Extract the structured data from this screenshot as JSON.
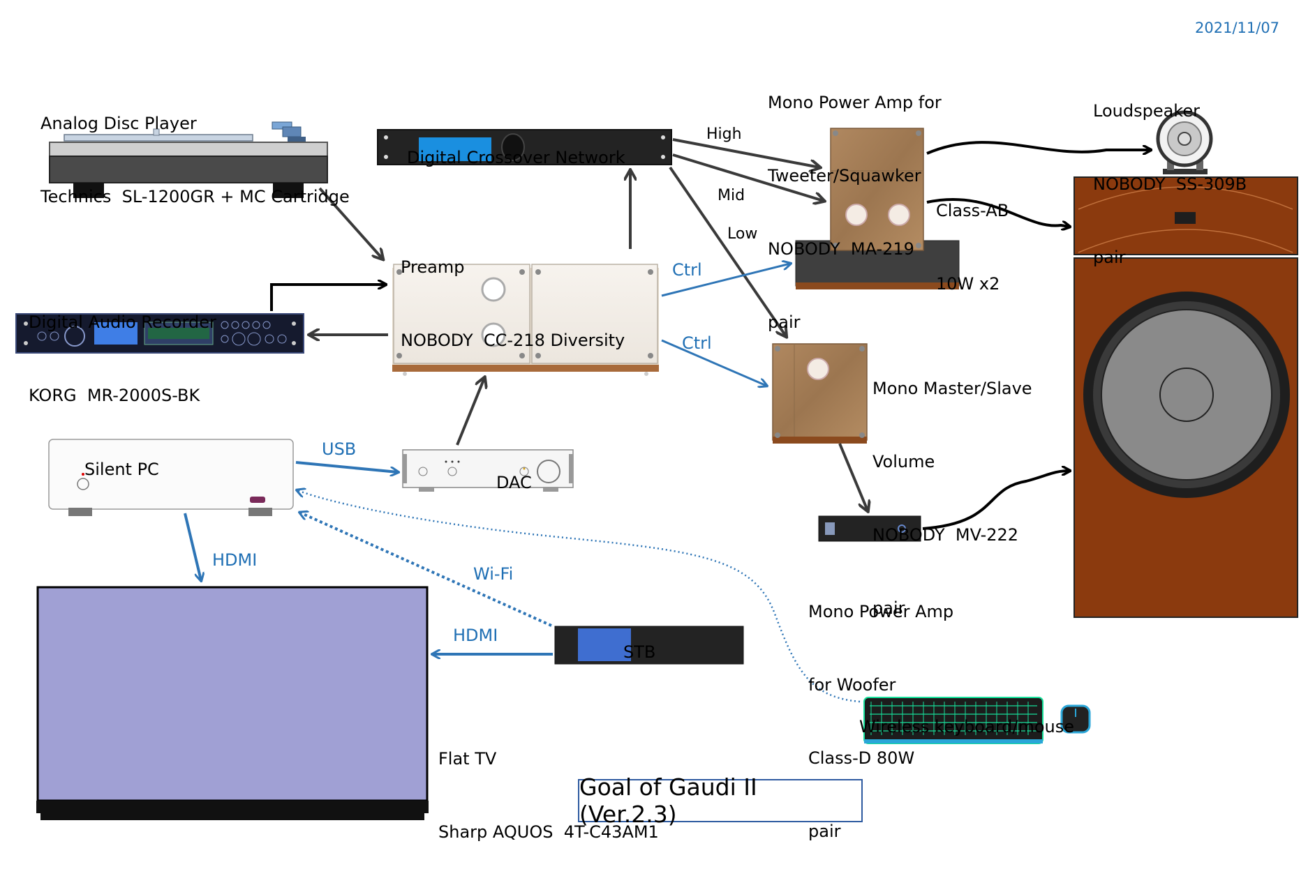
{
  "date": "2021/11/07",
  "title": "Goal of Gaudi II (Ver.2.3)",
  "components": {
    "turntable": {
      "line1": "Analog Disc Player",
      "line2": "Technics  SL-1200GR + MC Cartridge"
    },
    "recorder": {
      "line1": "Digital Audio Recorder",
      "line2": "KORG  MR-2000S-BK"
    },
    "crossover": {
      "line1": "Digital Crossover Network"
    },
    "preamp": {
      "line1": "Preamp",
      "line2": "NOBODY  CC-218 Diversity"
    },
    "mono_amp_tweeter": {
      "line1": "Mono Power Amp for",
      "line2": "Tweeter/Squawker",
      "line3": "NOBODY  MA-219",
      "line4": "pair"
    },
    "class_ab": {
      "line1": "Class-AB",
      "line2": "10W x2"
    },
    "loudspeaker": {
      "line1": "Loudspeaker",
      "line2": "NOBODY  SS-309B",
      "line3": "pair"
    },
    "volume": {
      "line1": "Mono Master/Slave",
      "line2": "Volume",
      "line3": "NOBODY  MV-222",
      "line4": "pair"
    },
    "silent_pc": {
      "line1": "Silent PC"
    },
    "dac": {
      "line1": "DAC"
    },
    "woofer_amp": {
      "line1": "Mono Power Amp",
      "line2": "for Woofer",
      "line3": "Class-D 80W",
      "line4": "pair"
    },
    "stb": {
      "line1": "STB"
    },
    "keyboard": {
      "line1": "Wireless keyboard/mouse"
    },
    "tv": {
      "line1": "Flat TV",
      "line2": "Sharp AQUOS  4T-C43AM1"
    }
  },
  "connections": {
    "high": "High",
    "mid": "Mid",
    "low": "Low",
    "ctrl_top": "Ctrl",
    "ctrl_bottom": "Ctrl",
    "usb": "USB",
    "hdmi_pc": "HDMI",
    "hdmi_stb": "HDMI",
    "wifi": "Wi-Fi"
  },
  "colors": {
    "wire_dark": "#3a3a3a",
    "wire_blue": "#2e75b6",
    "speaker_wood": "#8b3a0e",
    "tv_screen": "#a0a0d4",
    "rack_black": "#232323",
    "display_blue": "#1a8fe0",
    "keyboard_green": "#16e09a"
  }
}
